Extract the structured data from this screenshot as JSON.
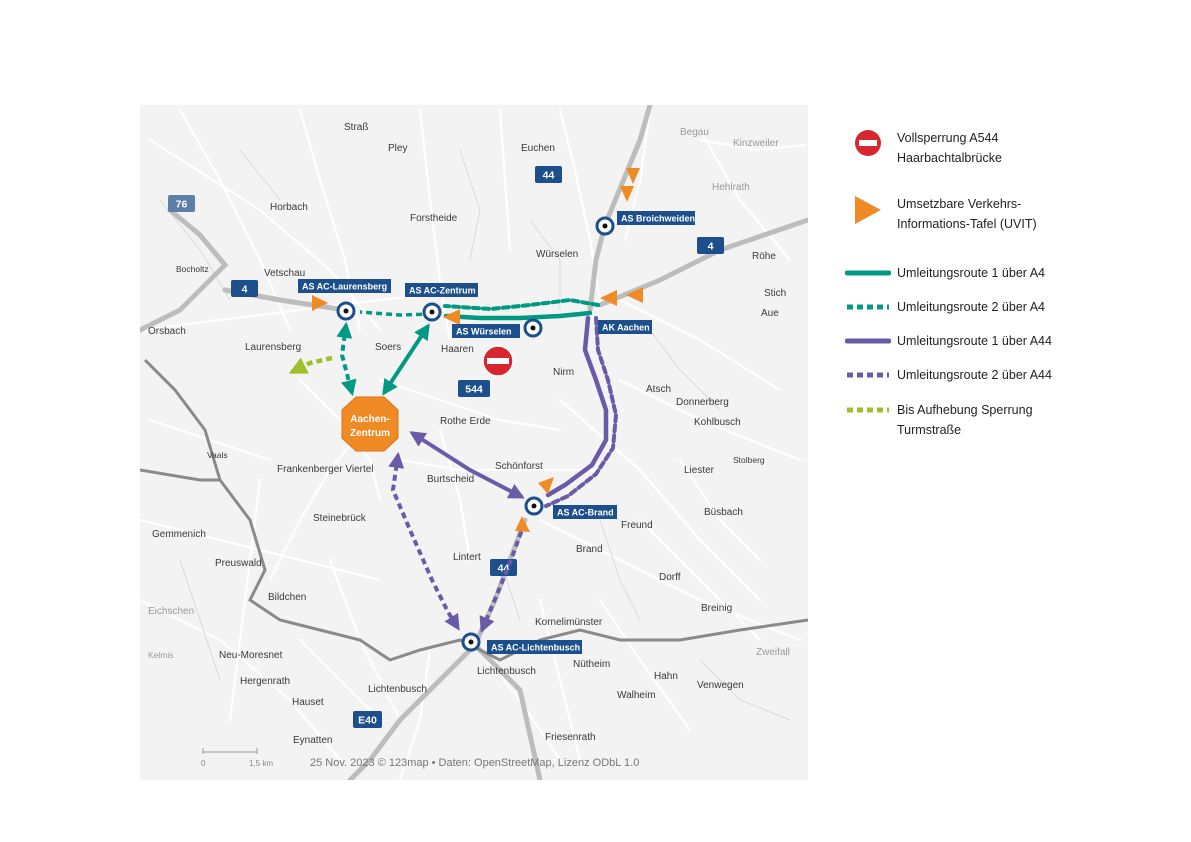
{
  "places": {
    "strass": "Straß",
    "pley": "Pley",
    "euchen": "Euchen",
    "begau": "Begau",
    "kinzweiler": "Kinzweiler",
    "hehlrath": "Hehlrath",
    "horbach": "Horbach",
    "forstheide": "Forstheide",
    "wuerselen": "Würselen",
    "roehe": "Röhe",
    "bocholtz": "Bocholtz",
    "vetschau": "Vetschau",
    "stich": "Stich",
    "aue": "Aue",
    "orsbach": "Orsbach",
    "laurensberg": "Laurensberg",
    "soers": "Soers",
    "haaren": "Haaren",
    "nirm": "Nirm",
    "atsch": "Atsch",
    "donnerberg": "Donnerberg",
    "rothe_erde": "Rothe Erde",
    "kohlbusch": "Kohlbusch",
    "vaals": "Vaals",
    "frankenberger": "Frankenberger Viertel",
    "burtscheid": "Burtscheid",
    "schoenforst": "Schönforst",
    "liester": "Liester",
    "stolberg": "Stolberg",
    "gemmenich": "Gemmenich",
    "steinebrueck": "Steinebrück",
    "freund": "Freund",
    "buesbach": "Büsbach",
    "brand": "Brand",
    "preuswald": "Preuswald",
    "lintert": "Lintert",
    "dorff": "Dorff",
    "bildchen": "Bildchen",
    "eichschen": "Eichschen",
    "breinig": "Breinig",
    "kornelimuenster": "Kornelimünster",
    "kelmis": "Kelmis",
    "neu_moresnet": "Neu-Moresnet",
    "nuetheim": "Nütheim",
    "zweifall": "Zweifall",
    "hahn": "Hahn",
    "lichtenbusch": "Lichtenbusch",
    "hergenrath": "Hergenrath",
    "venwegen": "Venwegen",
    "lichtenbusch2": "Lichtenbusch",
    "walheim": "Walheim",
    "hauset": "Hauset",
    "eynatten": "Eynatten",
    "friesenrath": "Friesenrath"
  },
  "junctions": {
    "laurensberg": "AS AC-Laurensberg",
    "zentrum": "AS AC-Zentrum",
    "wuerselen": "AS Würselen",
    "broichweiden": "AS Broichweiden",
    "ak_aachen": "AK Aachen",
    "brand": "AS AC-Brand",
    "lichtenbusch": "AS AC-Lichtenbusch"
  },
  "shields": {
    "a76": "76",
    "a44_north": "44",
    "a4_west": "4",
    "a4_east": "4",
    "a544": "544",
    "a44_south": "44",
    "e40": "E40"
  },
  "center_label": {
    "line1": "Aachen-",
    "line2": "Zentrum"
  },
  "legend": [
    {
      "symbol": "closure",
      "text": "Vollsperrung A544\nHaarbachtalbrücke"
    },
    {
      "symbol": "triangle",
      "text": "Umsetzbare Verkehrs-\nInformations-Tafel (UVIT)"
    },
    {
      "symbol": "solid",
      "color": "#009982",
      "text": "Umleitungsroute 1 über A4"
    },
    {
      "symbol": "dotted",
      "color": "#009982",
      "text": "Umleitungsroute 2 über A4"
    },
    {
      "symbol": "solid",
      "color": "#6a5aaa",
      "text": "Umleitungsroute 1 über A44"
    },
    {
      "symbol": "dotted",
      "color": "#6a5aaa",
      "text": "Umleitungsroute 2 über A44"
    },
    {
      "symbol": "dotted",
      "color": "#9cbf2a",
      "text": "Bis Aufhebung Sperrung\nTurmstraße"
    }
  ],
  "scale": {
    "zero": "0",
    "distance": "1,5 km"
  },
  "footer": "25 Nov. 2023 © 123map • Daten: OpenStreetMap, Lizenz ODbL 1.0",
  "colors": {
    "teal": "#009982",
    "purple": "#6a5aaa",
    "green": "#9cbf2a",
    "orange": "#f08a24",
    "navy": "#1c4f8c",
    "closure_red": "#d7262d"
  }
}
